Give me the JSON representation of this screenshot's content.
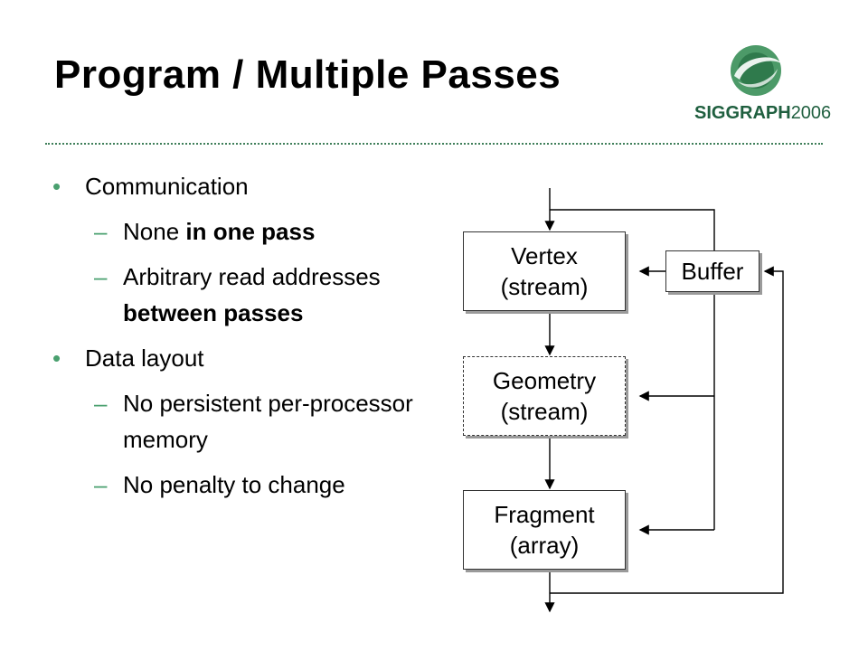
{
  "slide": {
    "title": "Program / Multiple Passes",
    "logo": {
      "brand": "SIGGRAPH",
      "year": "2006",
      "accent": "#3f8a5a",
      "dark": "#1f5f3f"
    }
  },
  "bullets": [
    {
      "text": "Communication",
      "sub": [
        {
          "parts": [
            {
              "t": "None",
              "b": false
            },
            {
              "t": " in one pass",
              "b": true
            }
          ]
        },
        {
          "parts": [
            {
              "t": "Arbitrary read addresses ",
              "b": false
            },
            {
              "t": "between passes",
              "b": true
            }
          ]
        }
      ]
    },
    {
      "text": "Data layout",
      "sub": [
        {
          "parts": [
            {
              "t": "No persistent per-processor memory",
              "b": false
            }
          ]
        },
        {
          "parts": [
            {
              "t": "No penalty to change",
              "b": false
            }
          ]
        }
      ]
    }
  ],
  "diagram": {
    "vertex": {
      "line1": "Vertex",
      "line2": "(stream)"
    },
    "geometry": {
      "line1": "Geometry",
      "line2": "(stream)"
    },
    "fragment": {
      "line1": "Fragment",
      "line2": "(array)"
    },
    "buffer": {
      "label": "Buffer"
    }
  },
  "colors": {
    "bullet_accent": "#4aa06f",
    "divider": "#3f7f5a"
  }
}
